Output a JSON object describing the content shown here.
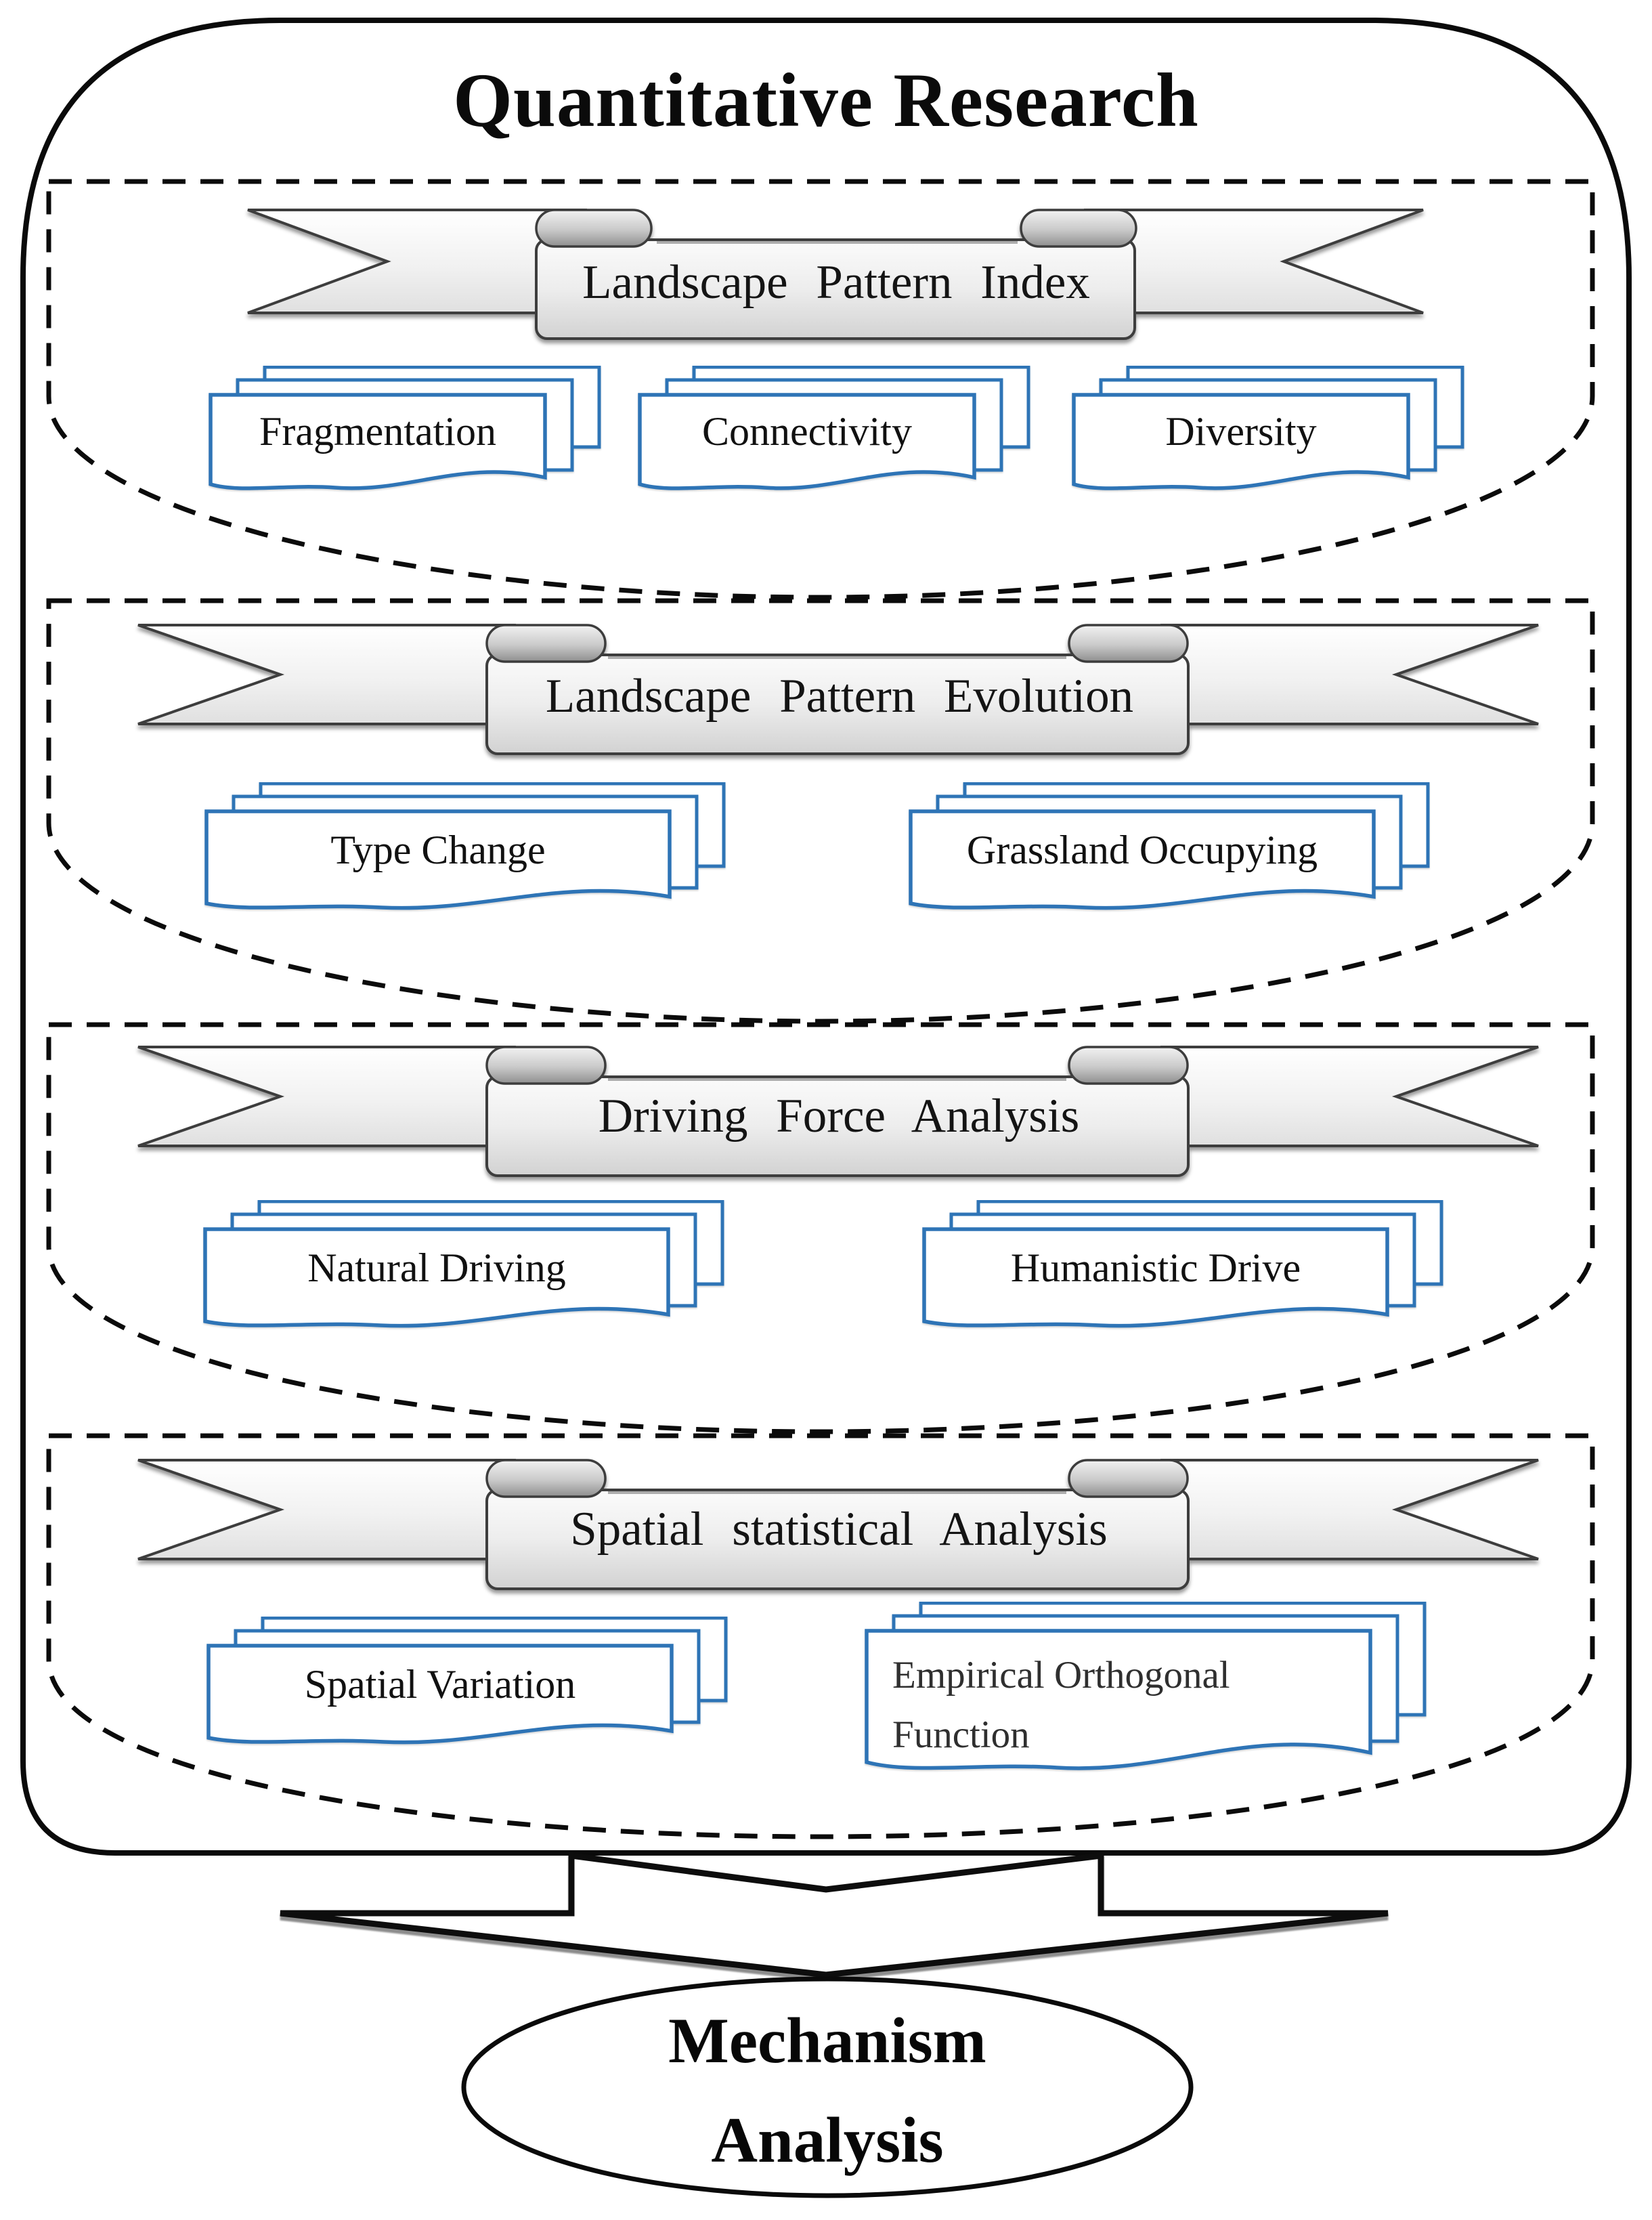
{
  "title": "Quantitative Research",
  "sections": [
    {
      "banner": "Landscape Pattern Index",
      "docs": [
        "Fragmentation",
        "Connectivity",
        "Diversity"
      ]
    },
    {
      "banner": "Landscape Pattern Evolution",
      "docs": [
        "Type Change",
        "Grassland Occupying"
      ]
    },
    {
      "banner": "Driving Force Analysis",
      "docs": [
        "Natural Driving",
        "Humanistic Drive"
      ]
    },
    {
      "banner": "Spatial statistical Analysis",
      "docs": [
        "Spatial Variation",
        "Empirical Orthogonal Function"
      ]
    }
  ],
  "conclusion": {
    "lines": [
      "Mechanism",
      "Analysis"
    ]
  },
  "colors": {
    "document_outline": "#2E74B6",
    "diagram_ink": "#0d0d0d",
    "banner_fill_light": "#f7f7f7",
    "banner_fill_dark": "#d5d5d5"
  }
}
